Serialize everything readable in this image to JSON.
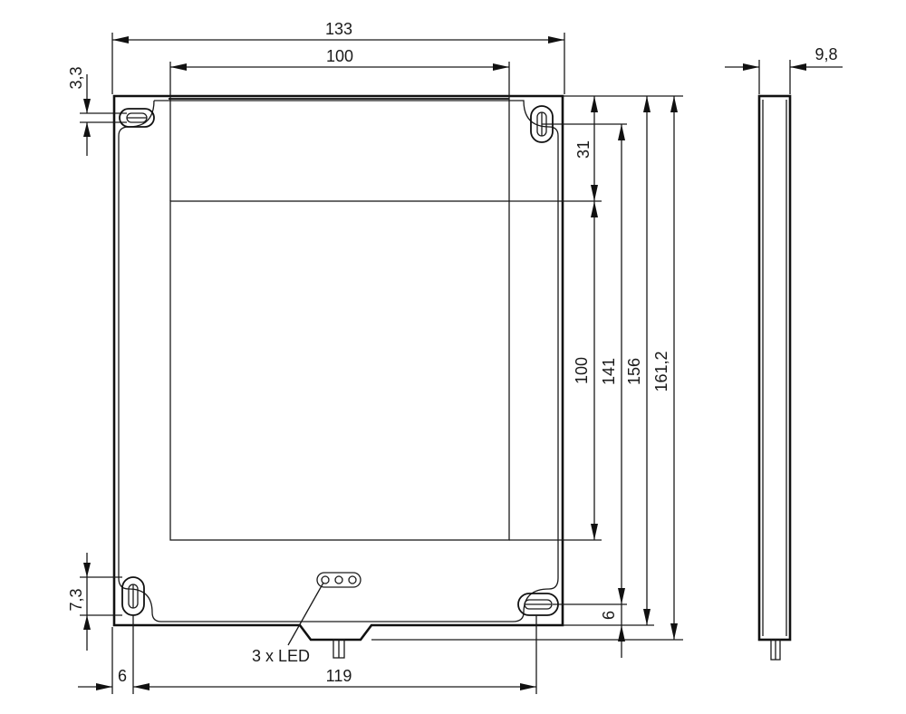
{
  "drawing": {
    "overall_width": "133",
    "window_width": "100",
    "slot_height_top": "3,3",
    "slot_height_bottom": "7,3",
    "top_to_window": "31",
    "window_height": "100",
    "height_to_bottom_hole": "141",
    "height_body": "156",
    "height_total": "161,2",
    "bottom_hole_offset": "6",
    "depth": "9,8",
    "left_hole_offset": "6",
    "hole_spacing": "119",
    "led_label": "3 x LED"
  }
}
